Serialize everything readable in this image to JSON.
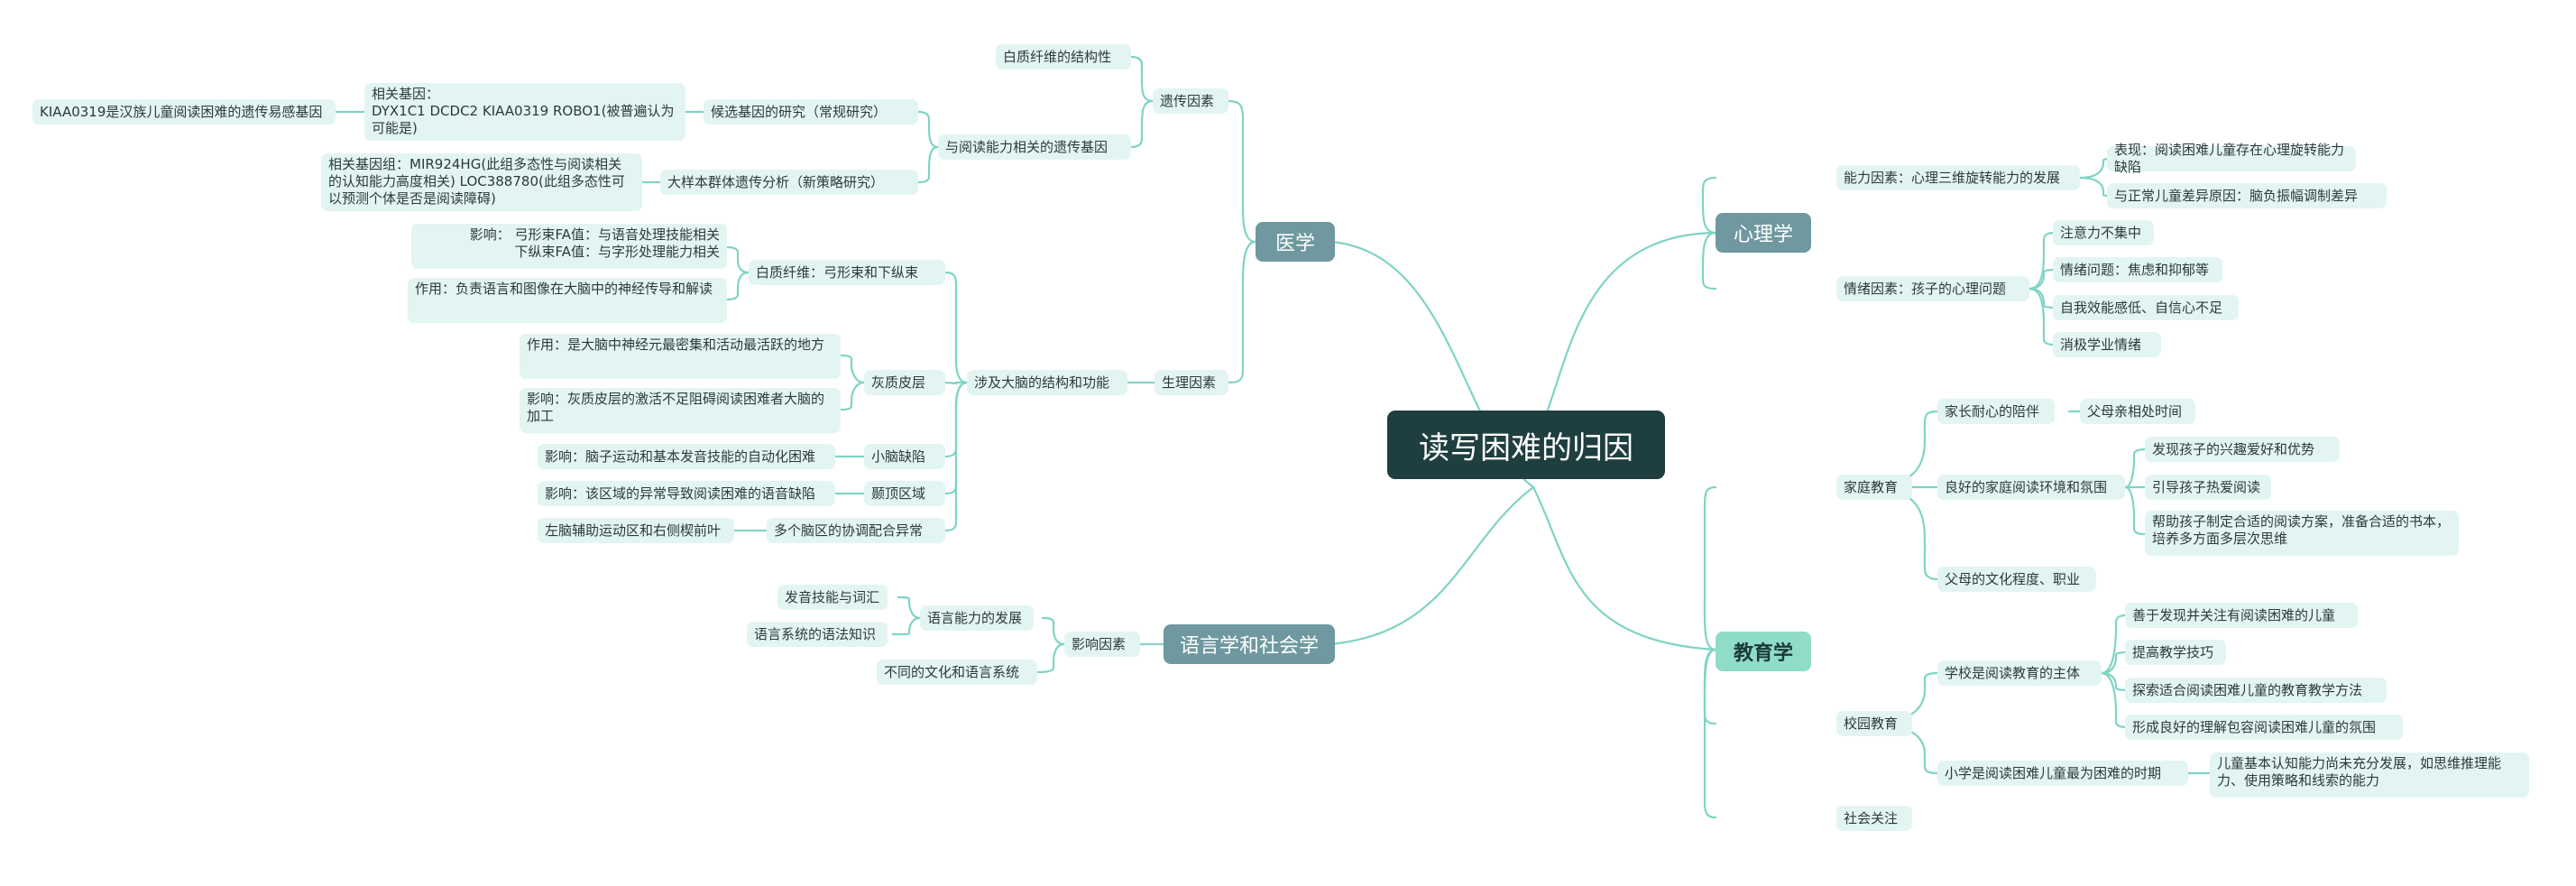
{
  "root": "读写困难的归因",
  "branches": {
    "medicine": "医学",
    "psychology": "心理学",
    "linguistics": "语言学和社会学",
    "education": "教育学"
  },
  "medicine": {
    "genetic": "遗传因素",
    "white_matter_structure": "白质纤维的结构性",
    "reading_genes": "与阅读能力相关的遗传基因",
    "candidate_gene_study": "候选基因的研究（常规研究）",
    "related_genes": "相关基因：\nDYX1C1  DCDC2  KIAA0319  ROBO1(被普遍认为可能是)",
    "kiaa_note": "KIAA0319是汉族儿童阅读困难的遗传易感基因",
    "gwas": "大样本群体遗传分析（新策略研究）",
    "related_gene_group": "相关基因组：MIR924HG(此组多态性与阅读相关的认知能力高度相关)  LOC388780(此组多态性可以预测个体是否是阅读障碍)",
    "physiological": "生理因素",
    "brain_structure": "涉及大脑的结构和功能",
    "white_matter": "白质纤维：弓形束和下纵束",
    "wm_influence": "影响：  弓形束FA值：与语音处理技能相关\n下纵束FA值：与字形处理能力相关",
    "wm_function": "作用：负责语言和图像在大脑中的神经传导和解读",
    "gray_matter": "灰质皮层",
    "gm_function": "作用：是大脑中神经元最密集和活动最活跃的地方",
    "gm_influence": "影响：灰质皮层的激活不足阻碍阅读困难者大脑的加工",
    "cerebellum": "小脑缺陷",
    "cerebellum_influence": "影响：脑子运动和基本发音技能的自动化困难",
    "parietal": "颞顶区域",
    "parietal_influence": "影响：该区域的异常导致阅读困难的语音缺陷",
    "multi_region": "多个脑区的协调配合异常",
    "multi_region_detail": "左脑辅助运动区和右侧楔前叶"
  },
  "linguistics": {
    "factors": "影响因素",
    "language_dev": "语言能力的发展",
    "pronunciation": "发音技能与词汇",
    "grammar": "语言系统的语法知识",
    "culture": "不同的文化和语言系统"
  },
  "psychology": {
    "ability": "能力因素：心理三维旋转能力的发展",
    "performance": "表现：阅读困难儿童存在心理旋转能力缺陷",
    "cause": "与正常儿童差异原因：脑负振幅调制差异",
    "emotion": "情绪因素：孩子的心理问题",
    "attention": "注意力不集中",
    "anxiety": "情绪问题：焦虑和抑郁等",
    "efficacy": "自我效能感低、自信心不足",
    "negative": "消极学业情绪"
  },
  "education": {
    "family": "家庭教育",
    "patience": "家长耐心的陪伴",
    "time": "父母亲相处时间",
    "family_env": "良好的家庭阅读环境和氛围",
    "discover": "发现孩子的兴趣爱好和优势",
    "guide": "引导孩子热爱阅读",
    "plan": "帮助孩子制定合适的阅读方案，准备合适的书本，培养多方面多层次思维",
    "parents_culture": "父母的文化程度、职业",
    "school": "校园教育",
    "school_main": "学校是阅读教育的主体",
    "find": "善于发现并关注有阅读困难的儿童",
    "improve": "提高教学技巧",
    "explore": "探索适合阅读困难儿童的教育教学方法",
    "atmosphere": "形成良好的理解包容阅读困难儿童的氛围",
    "primary": "小学是阅读困难儿童最为困难的时期",
    "primary_note": "儿童基本认知能力尚未充分发展，如思维推理能力、使用策略和线索的能力",
    "society": "社会关注"
  },
  "colors": {
    "line": "#7fd4c5",
    "root_bg": "#1f3e40",
    "branch_blue": "#6f98a0",
    "branch_teal": "#8fdcc9",
    "leaf_bg": "#e3f5f2"
  }
}
